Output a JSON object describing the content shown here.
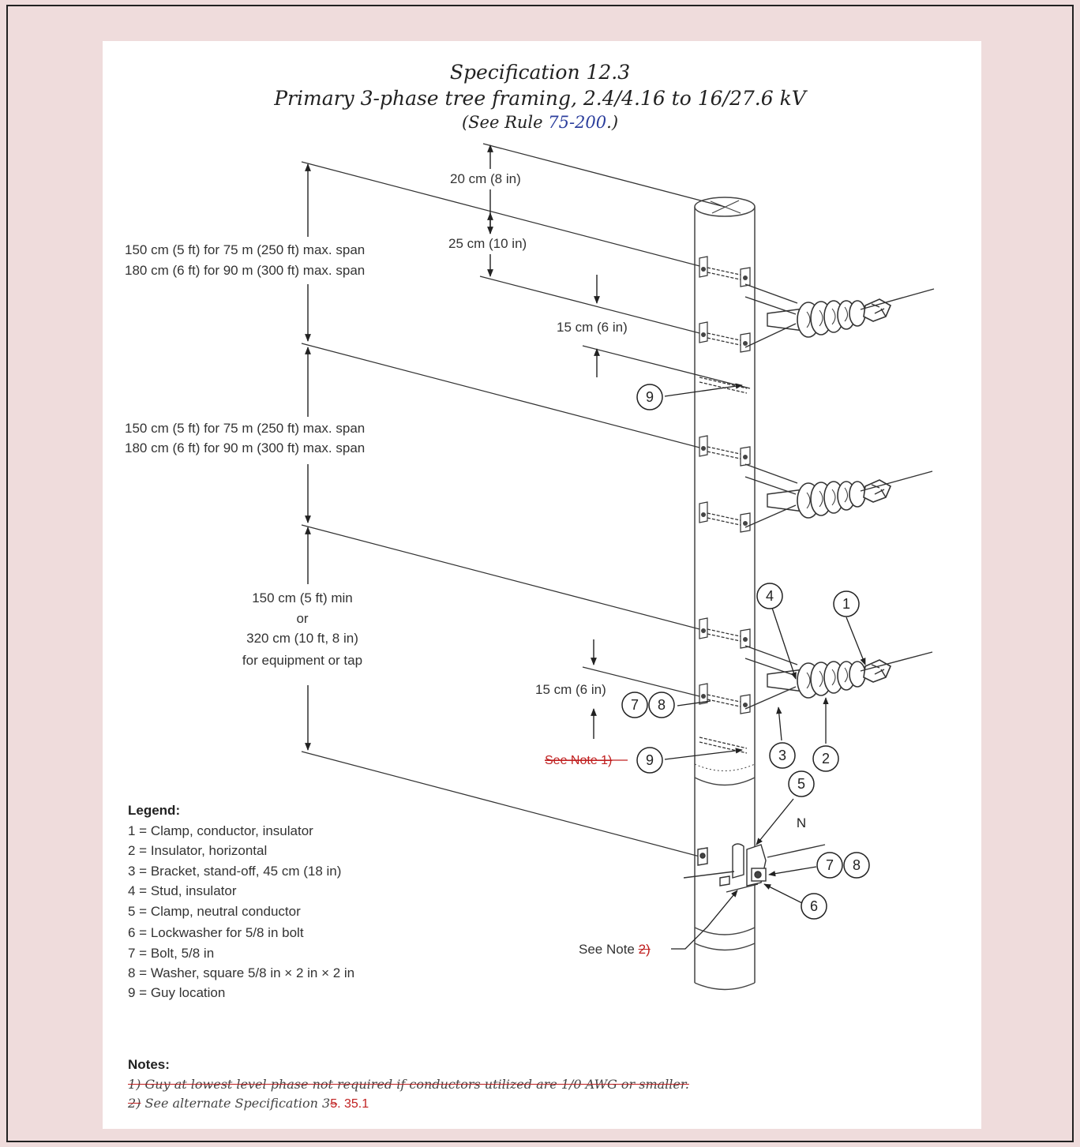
{
  "title": {
    "line1": "Specification 12.3",
    "line2": "Primary 3-phase tree framing, 2.4/4.16 to 16/27.6 kV",
    "rule_prefix": "(See Rule ",
    "rule_link": "75-200",
    "rule_suffix": ".)"
  },
  "dimensions": {
    "top_gap": "20 cm (8 in)",
    "second_gap": "25 cm (10 in)",
    "span1_line1": "150 cm (5 ft) for 75 m (250 ft) max. span",
    "span1_line2": "180 cm (6 ft) for 90 m (300 ft) max. span",
    "guy_gap_upper": "15 cm (6 in)",
    "span2_line1": "150 cm (5 ft) for 75 m (250 ft) max. span",
    "span2_line2": "180 cm (6 ft) for 90 m (300 ft) max. span",
    "span3_line1": "150 cm (5 ft) min",
    "span3_line2": "or",
    "span3_line3": "320 cm (10 ft, 8 in)",
    "span3_line4": "for equipment or tap",
    "guy_gap_lower": "15 cm (6 in)"
  },
  "callouts": {
    "c1": "1",
    "c2": "2",
    "c3": "3",
    "c4": "4",
    "c5": "5",
    "c6": "6",
    "c7": "7",
    "c8": "8",
    "c9": "9",
    "c7b": "7",
    "c8b": "8",
    "c9b": "9",
    "neutral": "N",
    "see_note_1": "See Note 1)",
    "see_note_2_prefix": "See Note ",
    "see_note_2_num": "2)"
  },
  "legend": {
    "title": "Legend:",
    "items": [
      "1 = Clamp, conductor, insulator",
      "2 = Insulator, horizontal",
      "3 = Bracket, stand-off, 45 cm (18 in)",
      "4 = Stud, insulator",
      "5 = Clamp, neutral conductor",
      "6 = Lockwasher for 5/8 in bolt",
      "7 = Bolt, 5/8 in",
      "8 = Washer, square 5/8 in × 2 in × 2 in",
      "9 = Guy location"
    ]
  },
  "notes": {
    "title": "Notes:",
    "note1": "1) Guy at lowest level phase not required if conductors utilized are 1/0 AWG or smaller.",
    "note2_num": "2)",
    "note2_text": " See alternate Specification 3",
    "note2_struck": "5",
    "note2_revision": ". 35.1"
  }
}
